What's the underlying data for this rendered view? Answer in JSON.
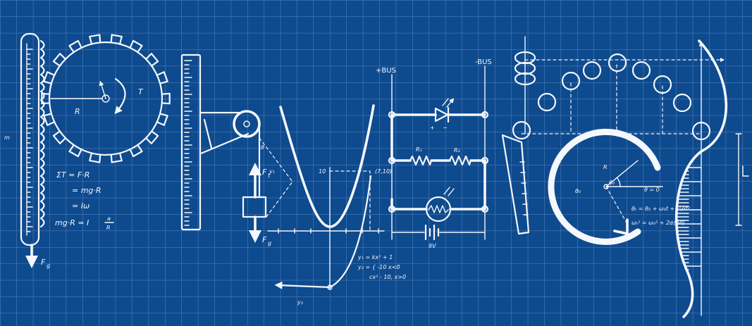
{
  "colors": {
    "background": "#0e4a8e",
    "grid": "#5a86bd",
    "ink": "#f4f7fb"
  },
  "letter_p": {
    "mass_label": "m",
    "torque_symbol": "T",
    "radius_label": "R",
    "force_symbol": "F",
    "force_subscript": "g",
    "equations": [
      "ΣT = F·R",
      "= mg·R",
      "= Iω",
      "mg·R = I"
    ],
    "fraction_num": "a",
    "fraction_den": "R"
  },
  "letter_h": {
    "tension_symbol": "F",
    "tension_subscript": "t",
    "gravity_symbol": "F",
    "gravity_subscript": "g",
    "angle_label": "θ",
    "rope_label": "y₁"
  },
  "letter_y": {
    "tick_10": "10",
    "point": "(7,10)",
    "eq1": "y₁ = kx² + 1",
    "eq2": "y₂ = { -10  x<0",
    "eq3": "cx² - 10, x>0",
    "curve_label": "y₂"
  },
  "letter_s": {
    "plus_bus": "+BUS",
    "minus_bus": "-BUS",
    "r1": "R₁",
    "r2": "R₂",
    "battery": "9V",
    "led_plus": "+",
    "led_minus": "−"
  },
  "letter_c": {
    "radius": "R",
    "theta0_a": "θ₀",
    "theta0_b": "θ₀",
    "theta_zero": "θ = 0",
    "eq1": "θₜ = θ₀ + ω₀t + ½αt²",
    "eq2": "ωₜ² = ω₀² + 2α(Δθ)"
  }
}
